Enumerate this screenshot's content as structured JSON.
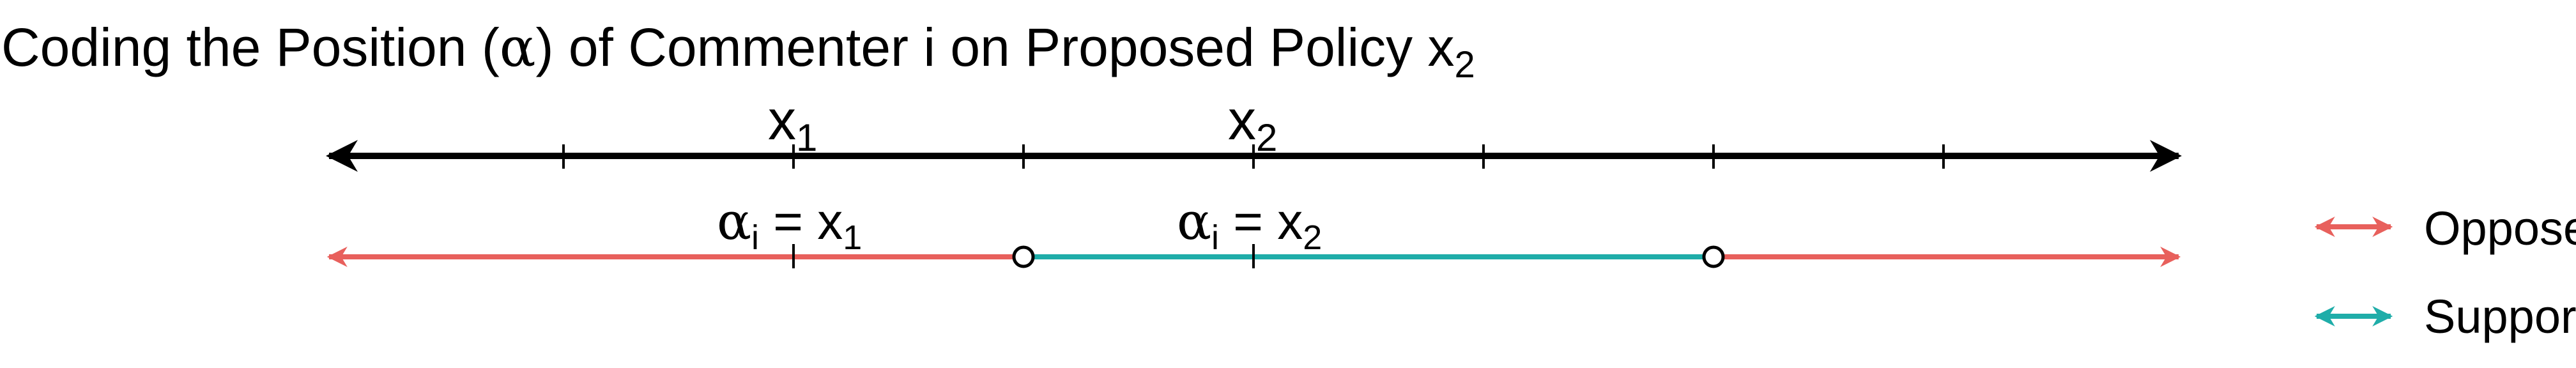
{
  "title": {
    "main": "Coding the Position (",
    "alpha": "α",
    "rest": ") of Commenter i on Proposed Policy x",
    "subscript": "2"
  },
  "top_axis": {
    "labels": [
      {
        "base": "x",
        "sub": "1"
      },
      {
        "base": "x",
        "sub": "2"
      }
    ]
  },
  "position_line": {
    "labels": [
      {
        "alpha": "α",
        "alpha_sub": "i",
        "eq": " = ",
        "base": "x",
        "sub": "1"
      },
      {
        "alpha": "α",
        "alpha_sub": "i",
        "eq": " = ",
        "base": "x",
        "sub": "2"
      }
    ],
    "segments": [
      {
        "category": "Oppose"
      },
      {
        "category": "Support"
      },
      {
        "category": "Oppose"
      }
    ]
  },
  "legend": {
    "placement": "right",
    "items": [
      {
        "label": "Oppose",
        "color": "#E8605C"
      },
      {
        "label": "Support",
        "color": "#1FADA9"
      }
    ]
  },
  "colors": {
    "oppose": "#E8605C",
    "support": "#1FADA9",
    "axis": "#000000"
  }
}
